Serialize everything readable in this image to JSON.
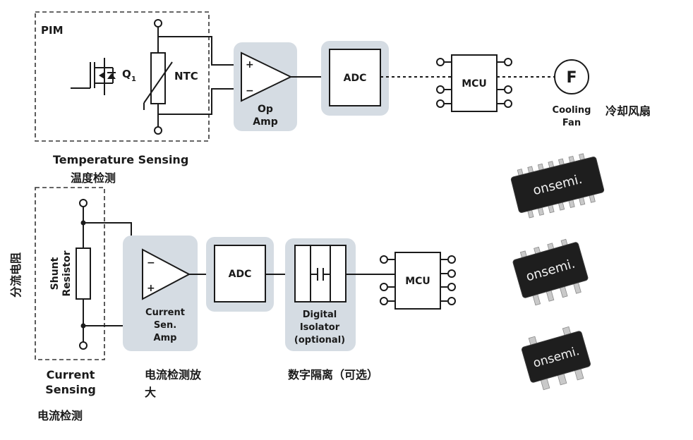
{
  "pim": {
    "box_label": "PIM",
    "q1_label": "Q",
    "q1_sub": "1",
    "ntc_label": "NTC",
    "section_label": "Temperature Sensing",
    "section_label_cn": "温度检测"
  },
  "temp_chain": {
    "opamp_plus": "+",
    "opamp_minus": "−",
    "opamp_line1": "Op",
    "opamp_line2": "Amp",
    "adc_label": "ADC",
    "mcu_label": "MCU",
    "fan_symbol": "F",
    "fan_line1": "Cooling",
    "fan_line2": "Fan",
    "fan_label_cn": "冷却风扇"
  },
  "current_chain": {
    "shunt_line1": "Shunt",
    "shunt_line2": "Resistor",
    "shunt_label_cn": "分流电阻",
    "section_line1": "Current",
    "section_line2": "Sensing",
    "section_label_cn": "电流检测",
    "amp_minus": "−",
    "amp_plus": "+",
    "amp_line1": "Current",
    "amp_line2": "Sen.",
    "amp_line3": "Amp",
    "amp_label_cn_line1": "电流检测放",
    "amp_label_cn_line2": "大",
    "adc_label": "ADC",
    "iso_line1": "Digital",
    "iso_line2": "Isolator",
    "iso_line3": "(optional)",
    "iso_label_cn": "数字隔离（可选）",
    "mcu_label": "MCU"
  },
  "chips": [
    {
      "brand": "onsemi."
    },
    {
      "brand": "onsemi."
    },
    {
      "brand": "onsemi."
    }
  ],
  "colors": {
    "panel": "#d5dce3",
    "line": "#1a1a1a",
    "chip": "#1e1e1e"
  }
}
